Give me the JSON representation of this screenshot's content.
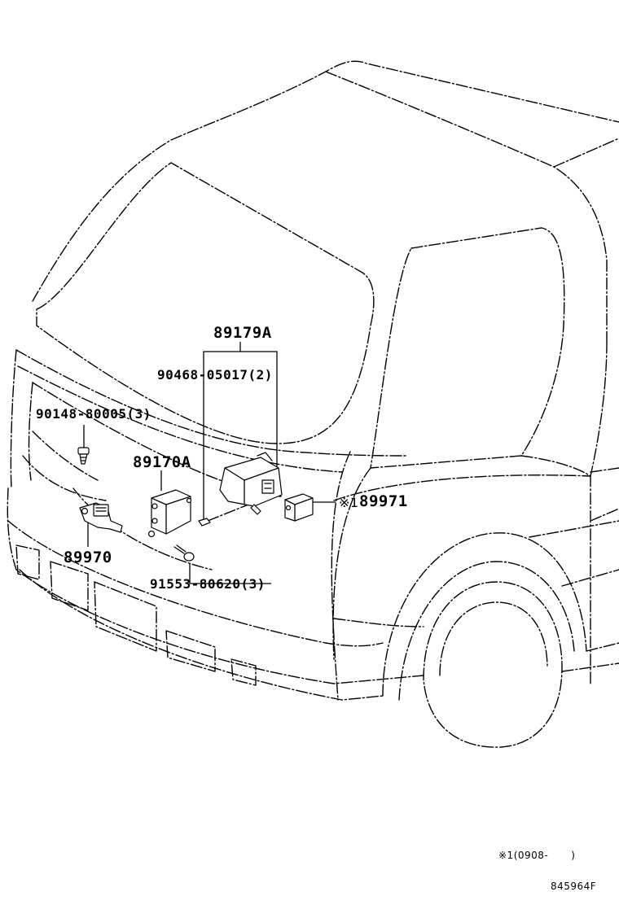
{
  "labels": {
    "part_89179A": "89179A",
    "part_90468": "90468-05017(2)",
    "part_90148": "90148-80005(3)",
    "part_89170A": "89170A",
    "part_89971_mark": "※1",
    "part_89971": "89971",
    "part_89970": "89970",
    "part_91553": "91553-80620(3)"
  },
  "footnote": {
    "mark": "※1",
    "text": "(0908-",
    "close": ")"
  },
  "figure_code": "845964F"
}
